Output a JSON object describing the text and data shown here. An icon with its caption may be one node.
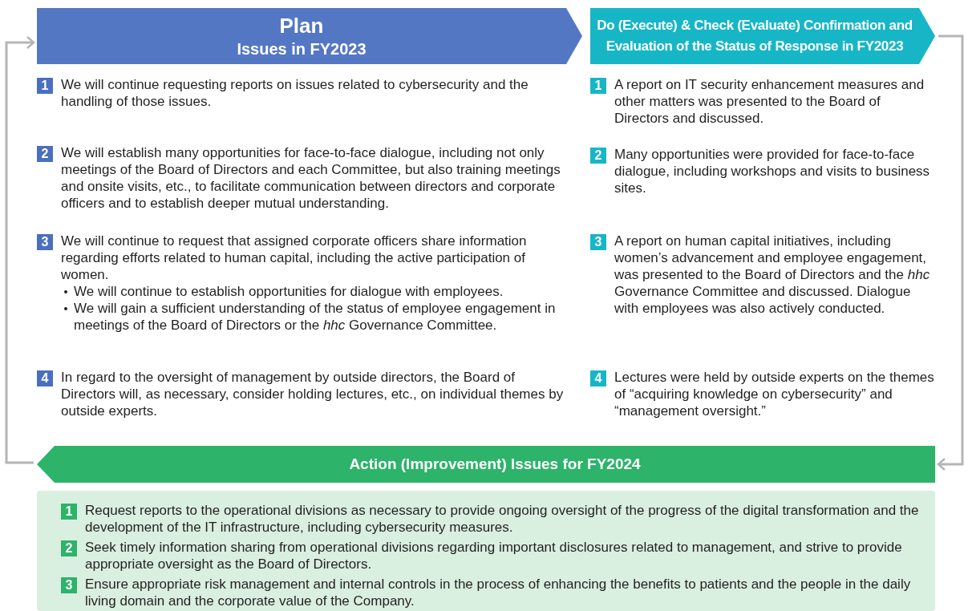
{
  "diagram": {
    "nodes": [
      {
        "text": [
          "Plan",
          "Issues in FY2023"
        ]
      },
      {
        "text": [
          "**Do** (Execute) & **Check** (Evaluate) Confirmation and Evaluation of the Status of Response in FY2023"
        ]
      },
      {
        "text": [
          "1",
          "We will continue requesting reports on issues related to cybersecurity and the handling of those issues."
        ]
      },
      {
        "text": [
          "2",
          "We will establish many opportunities for face-to-face dialogue, including not only meetings of the Board of Directors and each Committee, but also training meetings and onsite visits, etc., to facilitate communication between directors and corporate officers and to establish deeper mutual understanding."
        ]
      },
      {
        "text": [
          "3",
          "We will continue to request that assigned corporate officers share information regarding efforts related to human capital, including the active participation of women.",
          "We will continue to establish opportunities for dialogue with employees.",
          "We will gain a sufficient understanding of the status of employee engagement in meetings of the Board of Directors or the *hhc* Governance Committee."
        ]
      },
      {
        "text": [
          "4",
          "In regard to the oversight of management by outside directors, the Board of Directors will, as necessary, consider holding lectures, etc., on individual themes by outside experts."
        ]
      },
      {
        "text": [
          "1",
          "A report on IT security enhancement measures and other matters was presented to the Board of Directors and discussed."
        ]
      },
      {
        "text": [
          "2",
          "Many opportunities were provided for face-to-face dialogue, including workshops and visits to business sites."
        ]
      },
      {
        "text": [
          "3",
          "A report on human capital initiatives, including women’s advancement and employee engagement, was presented to the Board of Directors and the *hhc* Governance Committee and discussed. Dialogue with employees was also actively conducted."
        ]
      },
      {
        "text": [
          "4",
          "Lectures were held by outside experts on the themes of “acquiring knowledge on cybersecurity” and “management oversight.”"
        ]
      },
      {
        "text": [
          "**Action** (Improvement) Issues for FY2024"
        ]
      },
      {
        "text": [],
        "shape": "box"
      },
      {
        "text": [
          "1",
          "Request reports to the operational divisions as necessary to provide ongoing oversight of the progress of the digital transformation and the development of the IT infrastructure, including cybersecurity measures."
        ],
        "in": 11
      },
      {
        "text": [
          "2",
          "Seek timely information sharing from operational divisions regarding important disclosures related to management, and strive to provide appropriate oversight as the Board of Directors."
        ],
        "in": 11
      },
      {
        "text": [
          "3",
          "Ensure appropriate risk management and internal controls in the process of enhancing the benefits to patients and the people in the daily living domain and the corporate value of the Company."
        ],
        "in": 11
      }
    ],
    "edges": [
      {
        "from": 10,
        "to": 0,
        "arrow": "to"
      },
      {
        "from": 1,
        "to": 10,
        "arrow": "to"
      }
    ]
  }
}
